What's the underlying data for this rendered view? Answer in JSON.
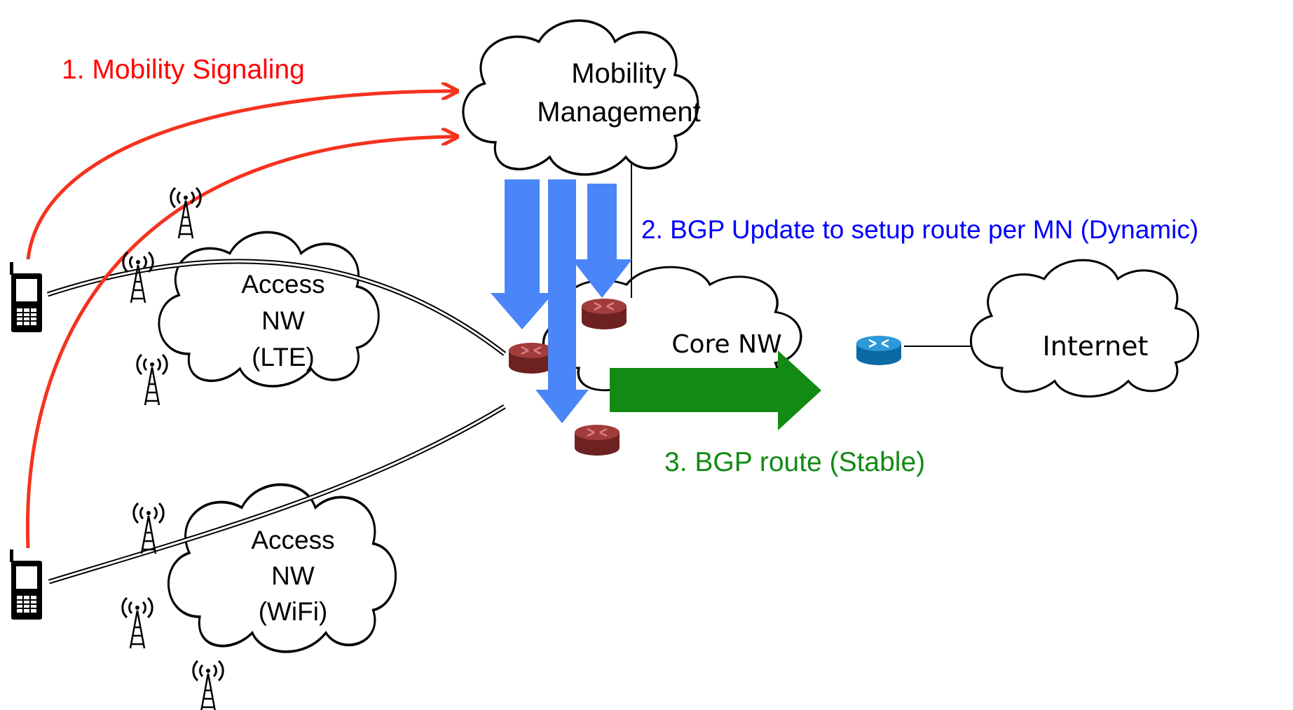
{
  "labels": {
    "mobility_signaling": "1. Mobility Signaling",
    "bgp_update": "2. BGP Update to setup route per MN (Dynamic)",
    "bgp_route": "3. BGP route (Stable)"
  },
  "clouds": {
    "mobility_management": [
      "Mobility",
      "Management"
    ],
    "access_lte": [
      "Access",
      "NW",
      "(LTE)"
    ],
    "access_wifi": [
      "Access",
      "NW",
      "(WiFi)"
    ],
    "core": "Core NW",
    "internet": "Internet"
  },
  "colors": {
    "signaling": "#f5321e",
    "signaling_text": "#ff0000",
    "bgp_update": "#4a86f7",
    "bgp_update_text": "#0000ff",
    "bgp_route": "#128a14",
    "bgp_route_text": "#128a14",
    "edge_router": "#8b2f2f",
    "internet_router": "#1e88c8"
  },
  "icons": {
    "phone": "mobile-phone-icon",
    "tower": "cell-tower-icon",
    "edge_router": "router-icon",
    "internet_router": "router-icon"
  }
}
